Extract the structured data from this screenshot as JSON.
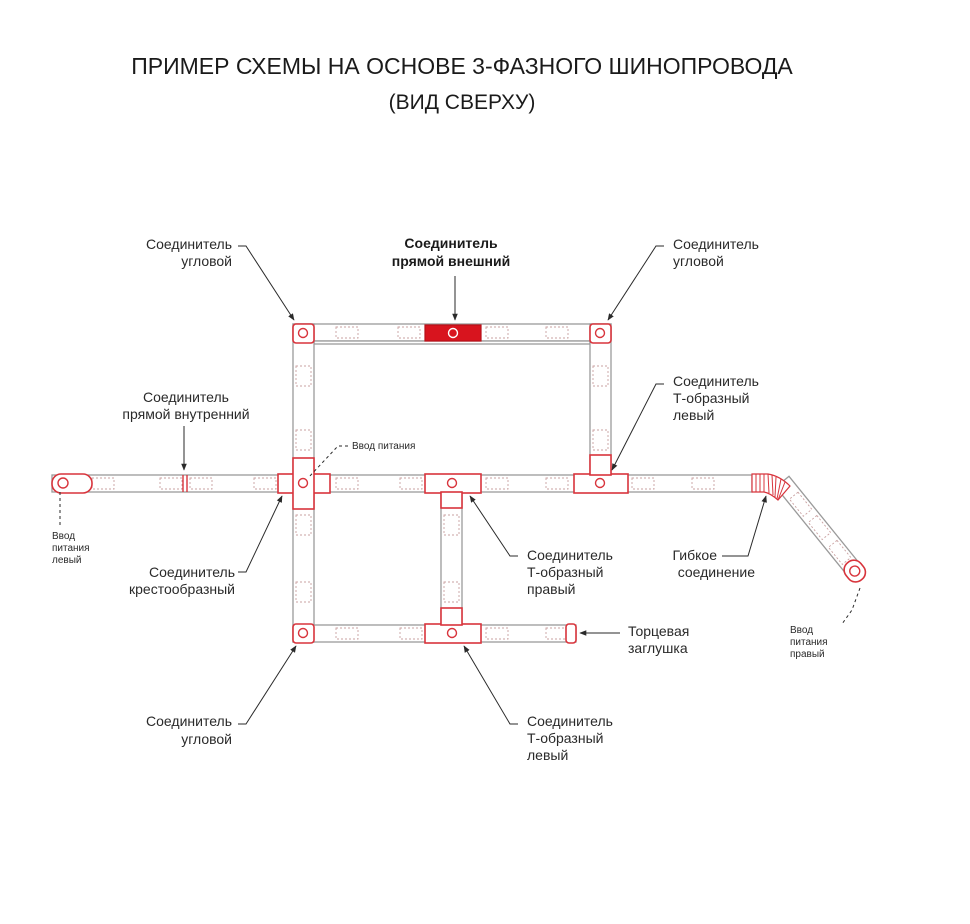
{
  "title": {
    "line1": "ПРИМЕР СХЕМЫ НА ОСНОВЕ 3-ФАЗНОГО ШИНОПРОВОДА",
    "line2": "(ВИД СВЕРХУ)"
  },
  "labels": {
    "corner_top_left": [
      "Соединитель",
      "угловой"
    ],
    "straight_outer": [
      "Соединитель",
      "прямой внешний"
    ],
    "corner_top_right": [
      "Соединитель",
      "угловой"
    ],
    "straight_inner": [
      "Соединитель",
      "прямой внутренний"
    ],
    "t_left_top": [
      "Соединитель",
      "Т-образный",
      "левый"
    ],
    "power_feed": "Ввод питания",
    "feed_left": [
      "Ввод",
      "питания",
      "левый"
    ],
    "cross": [
      "Соединитель",
      "крестообразный"
    ],
    "t_right": [
      "Соединитель",
      "Т-образный",
      "правый"
    ],
    "flexible": [
      "Гибкое",
      "соединение"
    ],
    "feed_right": [
      "Ввод",
      "питания",
      "правый"
    ],
    "end_cap": [
      "Торцевая",
      "заглушка"
    ],
    "corner_bottom_left": [
      "Соединитель",
      "угловой"
    ],
    "t_left_bottom": [
      "Соединитель",
      "Т-образный",
      "левый"
    ]
  },
  "colors": {
    "accent": "#d8141e",
    "rail": "#9a9a9a",
    "text": "#1a1a1a"
  }
}
